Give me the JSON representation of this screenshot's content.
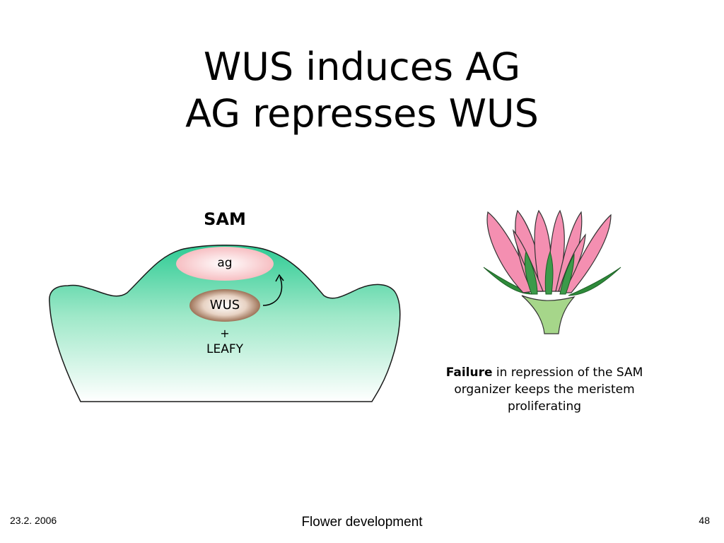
{
  "slide": {
    "title_line1": "WUS induces AG",
    "title_line2": "AG represses WUS"
  },
  "diagram": {
    "sam_label": "SAM",
    "ag_label": "ag",
    "wus_label": "WUS",
    "plus": "+",
    "leafy_label": "LEAFY",
    "colors": {
      "meristem_top": "#2ecb94",
      "meristem_bottom": "#ffffff",
      "ag_zone": "#f9c6c8",
      "wus_zone": "#8a5a3c",
      "petal": "#f48fb1",
      "sepal": "#2e8b3a",
      "stem": "#a6d68a"
    }
  },
  "caption": {
    "bold": "Failure",
    "rest": " in repression of the SAM organizer keeps the meristem proliferating"
  },
  "footer": {
    "date": "23.2. 2006",
    "center": "Flower development",
    "page": "48"
  }
}
